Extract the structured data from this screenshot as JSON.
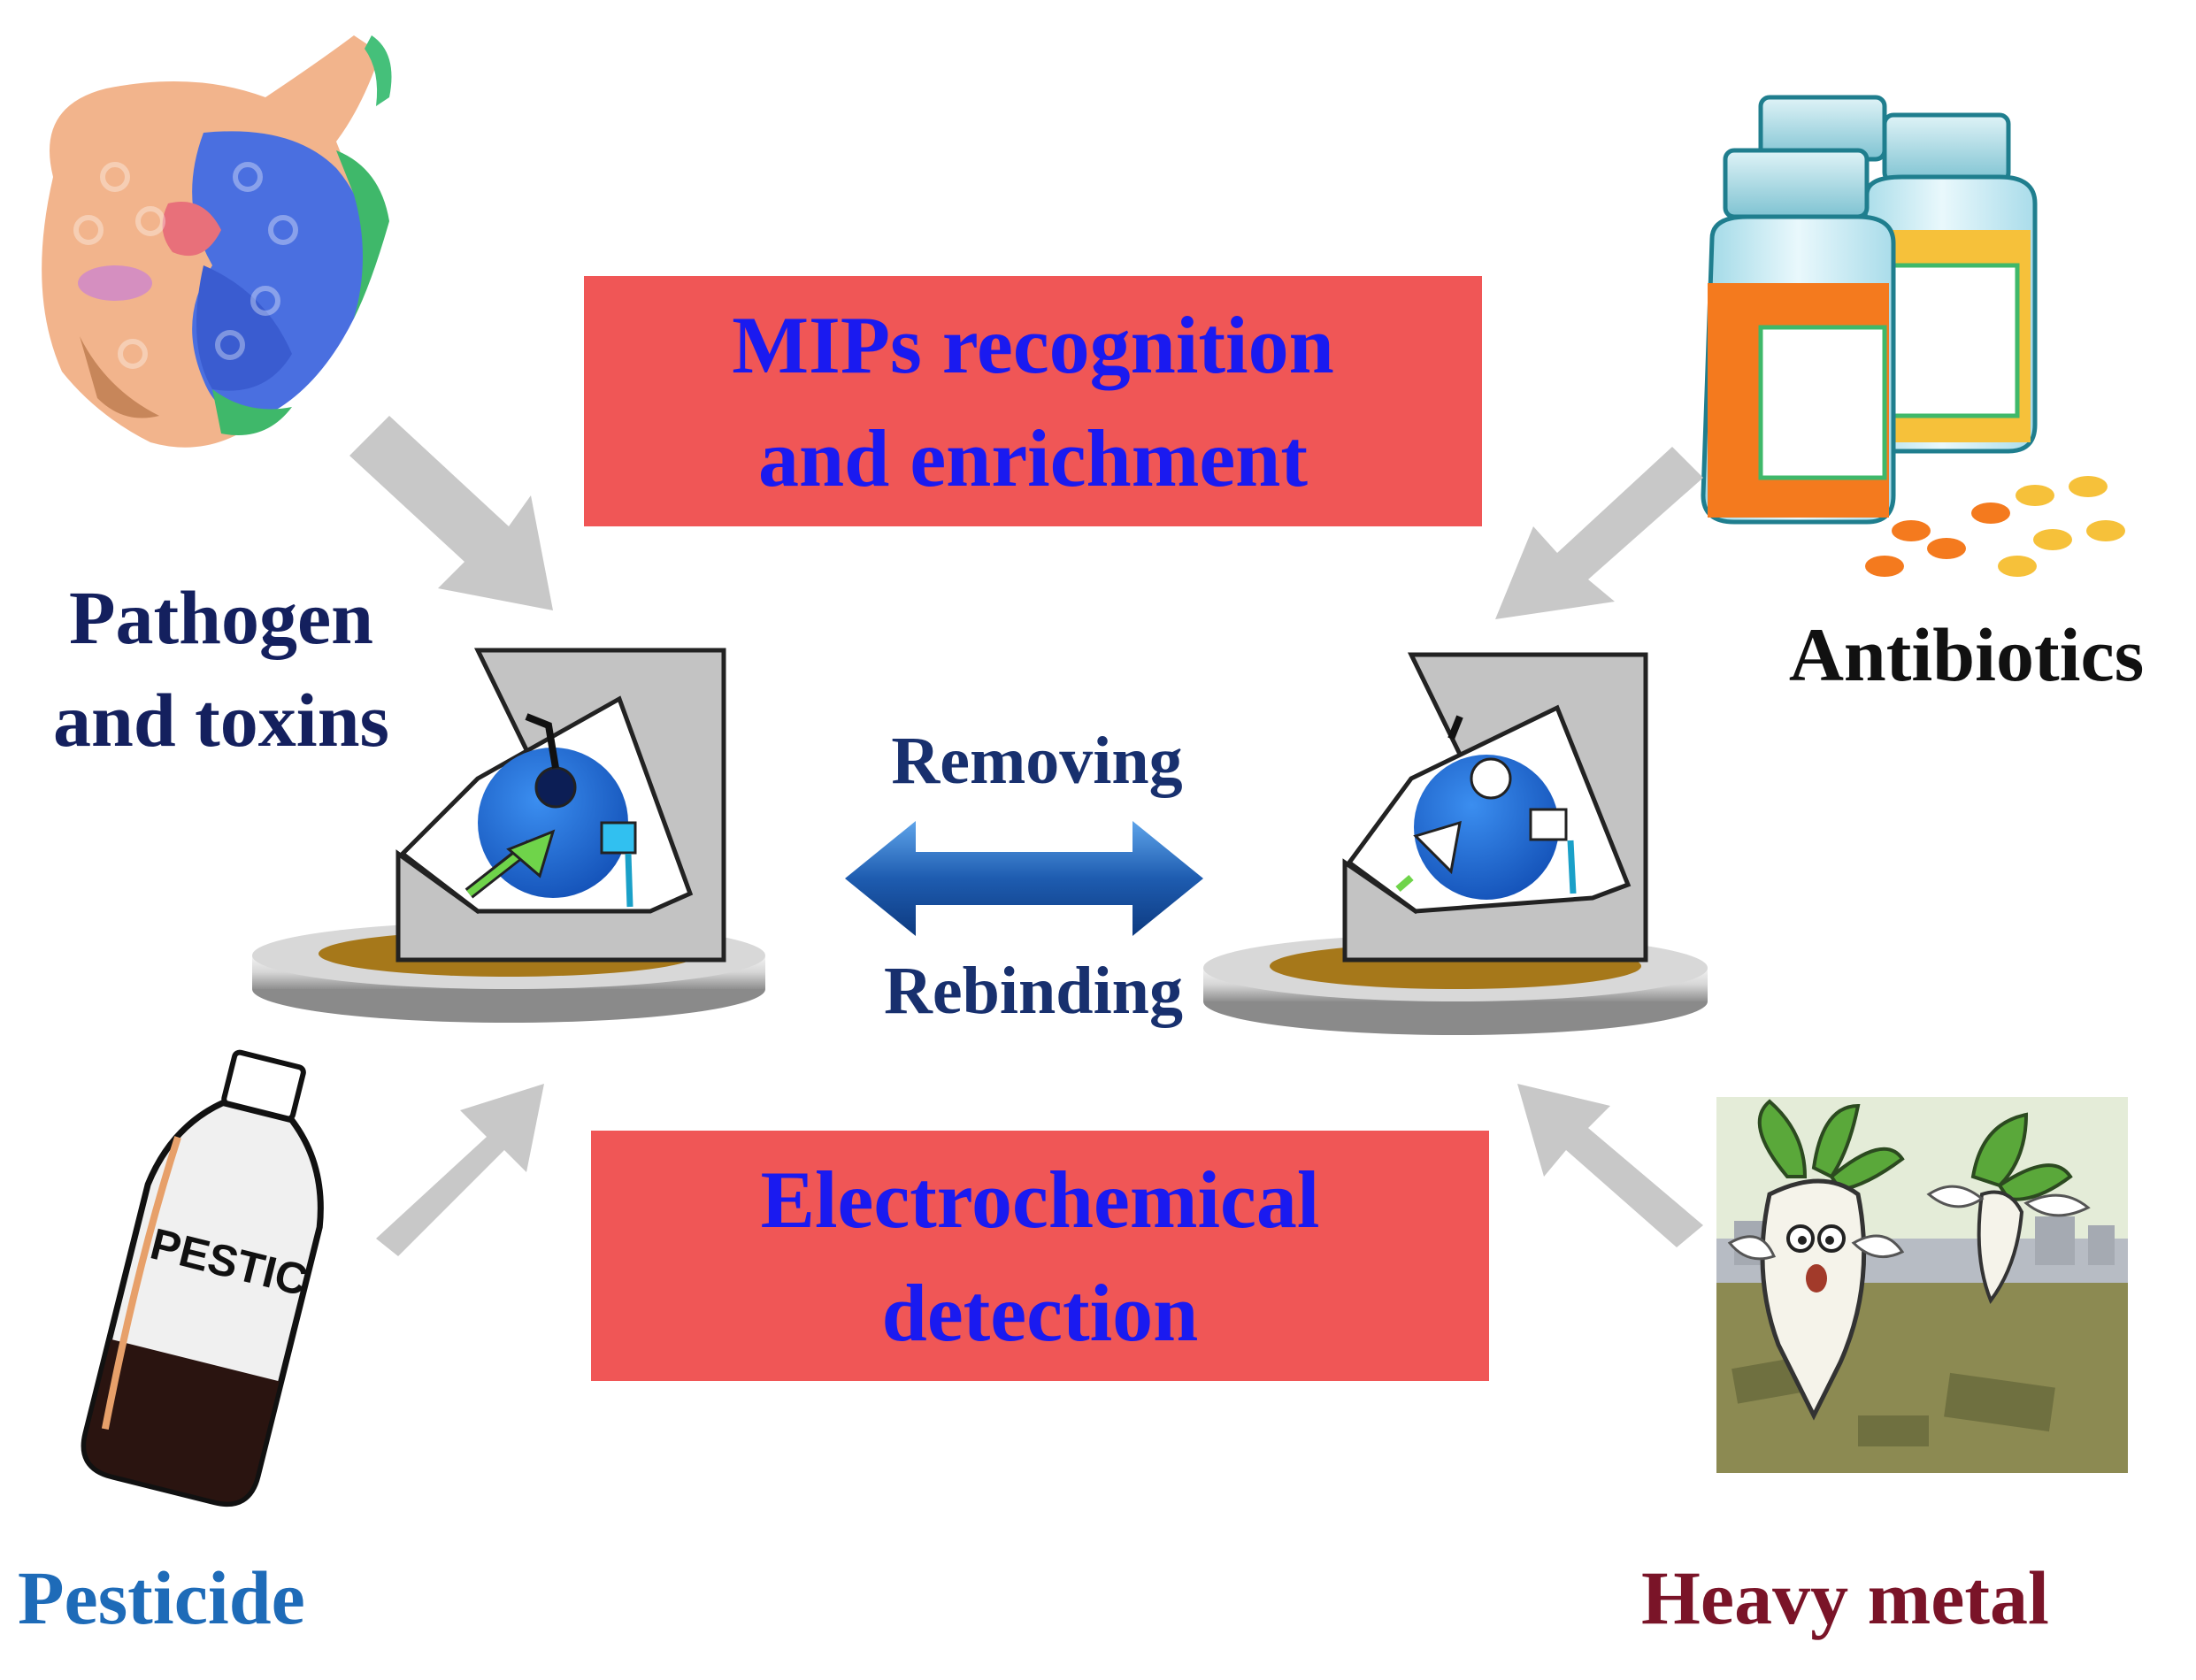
{
  "boxes": {
    "top": [
      "MIPs recognition",
      "and enrichment"
    ],
    "bottom": [
      "Electrochemical",
      "detection"
    ]
  },
  "labels": {
    "pathogen": [
      "Pathogen",
      "and toxins"
    ],
    "antibiotics": "Antibiotics",
    "pesticide": "Pesticide",
    "heavy_metal": "Heavy metal"
  },
  "process": {
    "removing": "Removing",
    "rebinding": "Rebinding"
  },
  "bottle_text": "PESTIC",
  "colors": {
    "box_fill": "#f05656",
    "box_text": "#1a1af0",
    "pathogen": "#14205e",
    "antibiotics": "#111111",
    "pesticide": "#1e6bb8",
    "heavy_metal": "#7a1428",
    "process_text": "#18306e",
    "double_arrow": "#1f5fb0",
    "gray_arrow": "#c8c8c8",
    "electrode_gold": "#a6781a",
    "template_blue": "#1f6ed6"
  },
  "icons": [
    "protein-structure-icon",
    "pill-bottles-icon",
    "pesticide-bottle-icon",
    "polluted-vegetable-icon",
    "electrode-icon"
  ]
}
